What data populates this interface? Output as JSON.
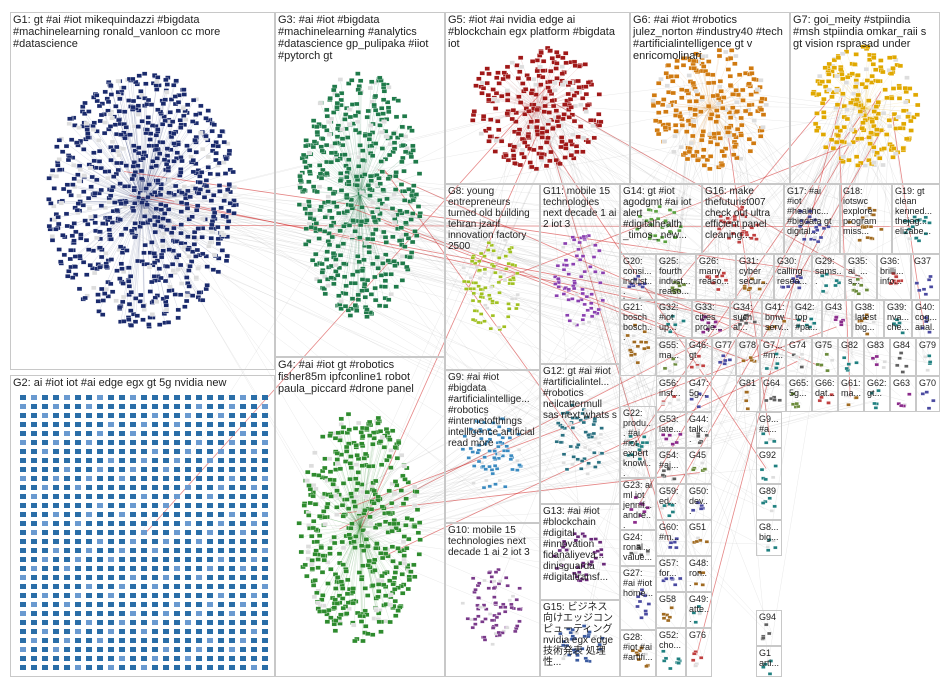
{
  "colors": {
    "G1": "#1a2a6c",
    "G2": "#2a6ea8",
    "G3": "#1f7a4a",
    "G4": "#2e8b2e",
    "G5": "#a01818",
    "G6": "#d07a10",
    "G7": "#e0a800",
    "G8": "#a0c020",
    "G9": "#3a8ac0",
    "G10": "#7a3a8a",
    "G11": "#8a40b0",
    "G12": "#2a7080",
    "G13": "#6a2a7a",
    "G14": "#5aa040",
    "G15": "#3a5aa0",
    "edge": "#9a9a9a",
    "edge_red": "#d02020"
  },
  "groups": [
    {
      "id": "G1",
      "label": "G1: gt #ai #iot mikequindazzi #bigdata #machinelearning ronald_vanloon cc more #datascience"
    },
    {
      "id": "G2",
      "label": "G2: ai #iot iot #ai edge egx gt 5g nvidia new"
    },
    {
      "id": "G3",
      "label": "G3: #ai #iot #bigdata #machinelearning #analytics #datascience gp_pulipaka #iiot #pytorch gt"
    },
    {
      "id": "G4",
      "label": "G4: #ai #iot gt #robotics fisher85m ipfconline1 robot paula_piccard #drone panel"
    },
    {
      "id": "G5",
      "label": "G5: #iot #ai nvidia edge ai #blockchain egx platform #bigdata iot"
    },
    {
      "id": "G6",
      "label": "G6: #ai #iot #robotics julez_norton #industry40 #tech #artificialintelligence gt v enricomolinari"
    },
    {
      "id": "G7",
      "label": "G7: goi_meity #stpiindia #msh stpiindia omkar_raii s gt vision rsprasad under"
    },
    {
      "id": "G8",
      "label": "G8: young entrepreneurs turned old building tehran jzarif innovation factory 2500"
    },
    {
      "id": "G9",
      "label": "G9: #ai #iot #bigdata #artificialintellige... #robotics #internetofthings intelligence artificial read more"
    },
    {
      "id": "G10",
      "label": "G10: mobile 15 technologies next decade 1 ai 2 iot 3"
    },
    {
      "id": "G11",
      "label": "G11: mobile 15 technologies next decade 1 ai 2 iot 3"
    },
    {
      "id": "G12",
      "label": "G12: gt #ai #iot #artificialintel... #robotics neilcattermull sas next whats s"
    },
    {
      "id": "G13",
      "label": "G13: #ai #iot #blockchain #digital #innovation fidanaliyeva... dinisguarda #digitaltransf..."
    },
    {
      "id": "G14",
      "label": "G14: gt #iot agodgmt #ai iot alert #digitalhealth _timos_ new..."
    },
    {
      "id": "G15",
      "label": "G15: ビジネス向けエッジコンピューティングnvidia egx edge技術発表 処理性..."
    },
    {
      "id": "G16",
      "label": "G16: make thefuturist007 check out ultra efficient panel cleaning..."
    },
    {
      "id": "G17",
      "label": "G17: #ai #iot #healthc... #bigdata gt digital..."
    },
    {
      "id": "G18",
      "label": "G18: iotswc explore program miss..."
    },
    {
      "id": "G19",
      "label": "G19: gt clean kenned... thejag... elizabe..."
    },
    {
      "id": "G20",
      "label": "G20: consi... indust... hard... side..."
    },
    {
      "id": "G25",
      "label": "G25: fourth indust... reaso..."
    },
    {
      "id": "G26",
      "label": "G26: many reaso..."
    },
    {
      "id": "G31",
      "label": "G31: cyber secur..."
    },
    {
      "id": "G30",
      "label": "G30: calling resea..."
    },
    {
      "id": "G29",
      "label": "G29: sams..."
    },
    {
      "id": "G35",
      "label": "G35: ai_... s..."
    },
    {
      "id": "G36",
      "label": "G36: brilli... info..."
    },
    {
      "id": "G37",
      "label": "G37"
    },
    {
      "id": "G32",
      "label": "G32: #iot up..."
    },
    {
      "id": "G33",
      "label": "G33: cities proje..."
    },
    {
      "id": "G34",
      "label": "G34: such ai..."
    },
    {
      "id": "G41",
      "label": "G41: bmw serv..."
    },
    {
      "id": "G42",
      "label": "G42: top #pa..."
    },
    {
      "id": "G43",
      "label": "G43"
    },
    {
      "id": "G38",
      "label": "G38: latest big..."
    },
    {
      "id": "G39",
      "label": "G39: nva... che..."
    },
    {
      "id": "G40",
      "label": "G40: cog... anal..."
    },
    {
      "id": "G21",
      "label": "G21: bosch bosch..."
    },
    {
      "id": "G55",
      "label": "G55: ma..."
    },
    {
      "id": "G46",
      "label": "G46: gt"
    },
    {
      "id": "G77",
      "label": "G77"
    },
    {
      "id": "G78",
      "label": "G78"
    },
    {
      "id": "G7x",
      "label": "G7... #m..."
    },
    {
      "id": "G74",
      "label": "G74"
    },
    {
      "id": "G75",
      "label": "G75"
    },
    {
      "id": "G82",
      "label": "G82"
    },
    {
      "id": "G83",
      "label": "G83"
    },
    {
      "id": "G84",
      "label": "G84"
    },
    {
      "id": "G79",
      "label": "G79"
    },
    {
      "id": "G56",
      "label": "G56: inst..."
    },
    {
      "id": "G47",
      "label": "G47: 5g..."
    },
    {
      "id": "G81",
      "label": "G81"
    },
    {
      "id": "G64",
      "label": "G64"
    },
    {
      "id": "G65",
      "label": "G65: 5g..."
    },
    {
      "id": "G66",
      "label": "G66: dat..."
    },
    {
      "id": "G61",
      "label": "G61: ma..."
    },
    {
      "id": "G62",
      "label": "G62: gt..."
    },
    {
      "id": "G63",
      "label": "G63"
    },
    {
      "id": "G70",
      "label": "G70"
    },
    {
      "id": "G22",
      "label": "G22: produ... #ai #iot expert knowl..."
    },
    {
      "id": "G53",
      "label": "G53: late..."
    },
    {
      "id": "G44",
      "label": "G44: talk..."
    },
    {
      "id": "G54",
      "label": "G54: #ai..."
    },
    {
      "id": "G45",
      "label": "G45"
    },
    {
      "id": "G23",
      "label": "G23: ai ml iot jennif... andre..."
    },
    {
      "id": "G59",
      "label": "G59: ed..."
    },
    {
      "id": "G50",
      "label": "G50: dev..."
    },
    {
      "id": "G24",
      "label": "G24: ronal... value..."
    },
    {
      "id": "G60",
      "label": "G60: #m..."
    },
    {
      "id": "G51",
      "label": "G51"
    },
    {
      "id": "G57",
      "label": "G57: for..."
    },
    {
      "id": "G48",
      "label": "G48: ron..."
    },
    {
      "id": "G27",
      "label": "G27: #ai #iot home..."
    },
    {
      "id": "G58",
      "label": "G58"
    },
    {
      "id": "G49",
      "label": "G49: atte..."
    },
    {
      "id": "G28",
      "label": "G28: #iot #ai #artifi..."
    },
    {
      "id": "G52",
      "label": "G52: cho..."
    },
    {
      "id": "G76",
      "label": "G76"
    },
    {
      "id": "G92",
      "label": "G92"
    },
    {
      "id": "G89",
      "label": "G89"
    },
    {
      "id": "G94",
      "label": "G94"
    },
    {
      "id": "G9x",
      "label": "G9... #a..."
    },
    {
      "id": "G8x",
      "label": "G8... big..."
    },
    {
      "id": "G1x",
      "label": "G1 arti..."
    }
  ]
}
